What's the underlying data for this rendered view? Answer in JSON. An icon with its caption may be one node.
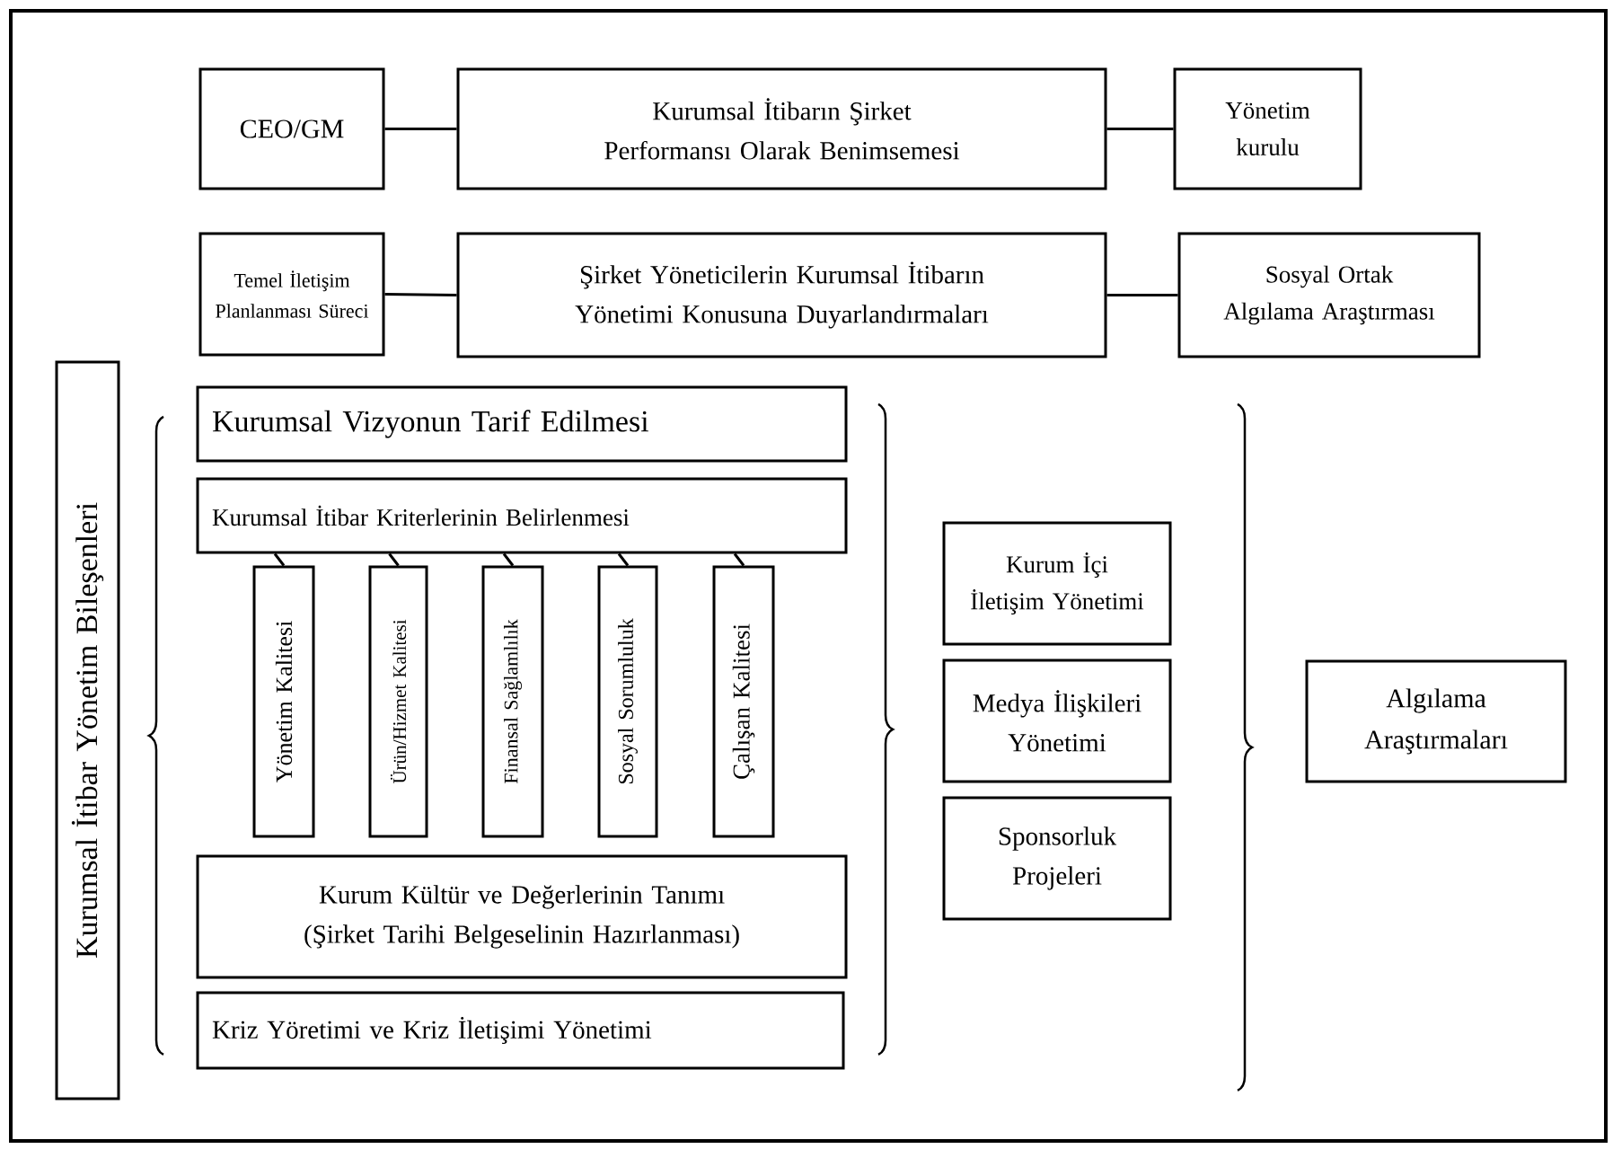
{
  "diagram": {
    "nodes": [
      {
        "text": [
          "CEO/GM"
        ]
      },
      {
        "text": [
          "Kurumsal İtibarın Şirket Performansı Olarak Benimsemesi"
        ]
      },
      {
        "text": [
          "Yönetim kurulu"
        ]
      },
      {
        "text": [
          "Temel İletişim Planlanması Süreci"
        ]
      },
      {
        "text": [
          "Şirket Yöneticilerin Kurumsal İtibarın Yönetimi Konusuna Duyarlandırmaları"
        ]
      },
      {
        "text": [
          "Sosyal Ortak Algılama Araştırması"
        ]
      },
      {
        "text": [
          "Kurumsal İtibar Yönetim Bileşenleri"
        ]
      },
      {
        "text": [
          "Kurumsal Vizyonun Tarif Edilmesi"
        ]
      },
      {
        "text": [
          "Kurumsal İtibar Kriterlerinin Belirlenmesi"
        ]
      },
      {
        "text": [
          "Yönetim Kalitesi"
        ]
      },
      {
        "text": [
          "Ürün/Hizmet Kalitesi"
        ]
      },
      {
        "text": [
          "Finansal Sağlamlılık"
        ]
      },
      {
        "text": [
          "Sosyal Sorumluluk"
        ]
      },
      {
        "text": [
          "Çalışan Kalitesi"
        ]
      },
      {
        "text": [
          "Kurum Kültür ve Değerlerinin Tanımı (Şirket Tarihi Belgeselinin Hazırlanması)"
        ]
      },
      {
        "text": [
          "Kriz Yöretimi ve Kriz İletişimi Yönetimi"
        ]
      },
      {
        "text": [
          "Kurum İçi İletişim Yönetimi"
        ]
      },
      {
        "text": [
          "Medya İlişkileri Yönetimi"
        ]
      },
      {
        "text": [
          "Sponsorluk Projeleri"
        ]
      },
      {
        "text": [
          "Algılama Araştırmaları"
        ]
      }
    ],
    "edges": [
      {
        "from": 0,
        "to": 1,
        "arrow": "none"
      },
      {
        "from": 1,
        "to": 2,
        "arrow": "none"
      },
      {
        "from": 3,
        "to": 4,
        "arrow": "none"
      },
      {
        "from": 4,
        "to": 5,
        "arrow": "none"
      },
      {
        "from": 8,
        "to": 9,
        "arrow": "none"
      },
      {
        "from": 8,
        "to": 10,
        "arrow": "none"
      },
      {
        "from": 8,
        "to": 11,
        "arrow": "none"
      },
      {
        "from": 8,
        "to": 12,
        "arrow": "none"
      },
      {
        "from": 8,
        "to": 13,
        "arrow": "none"
      }
    ]
  }
}
